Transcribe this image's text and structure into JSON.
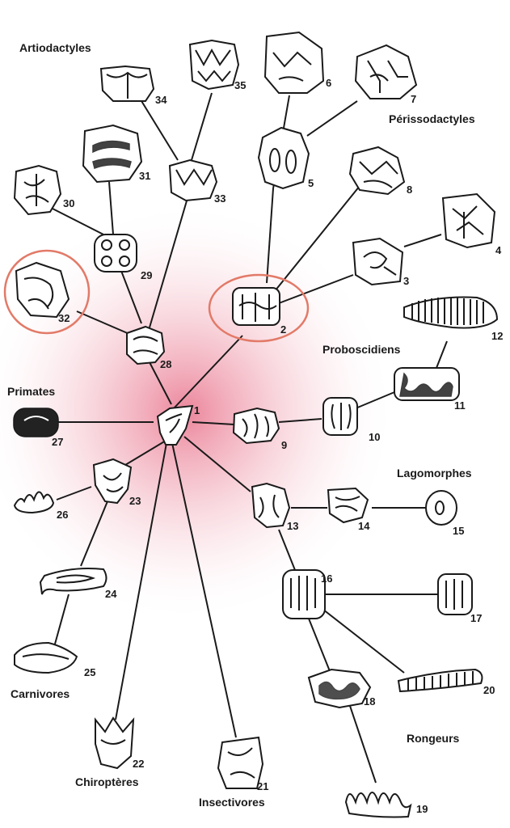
{
  "groups": {
    "artiodactyles": "Artiodactyles",
    "perissodactyles": "Périssodactyles",
    "proboscidiens": "Proboscidiens",
    "primates": "Primates",
    "lagomorphes": "Lagomorphes",
    "carnivores": "Carnivores",
    "rongeurs": "Rongeurs",
    "chiropteres": "Chiroptères",
    "insectivores": "Insectivores"
  },
  "teeth": [
    {
      "id": "1",
      "label": "1"
    },
    {
      "id": "2",
      "label": "2"
    },
    {
      "id": "3",
      "label": "3"
    },
    {
      "id": "4",
      "label": "4"
    },
    {
      "id": "5",
      "label": "5"
    },
    {
      "id": "6",
      "label": "6"
    },
    {
      "id": "7",
      "label": "7"
    },
    {
      "id": "8",
      "label": "8"
    },
    {
      "id": "9",
      "label": "9"
    },
    {
      "id": "10",
      "label": "10"
    },
    {
      "id": "11",
      "label": "11"
    },
    {
      "id": "12",
      "label": "12"
    },
    {
      "id": "13",
      "label": "13"
    },
    {
      "id": "14",
      "label": "14"
    },
    {
      "id": "15",
      "label": "15"
    },
    {
      "id": "16",
      "label": "16"
    },
    {
      "id": "17",
      "label": "17"
    },
    {
      "id": "18",
      "label": "18"
    },
    {
      "id": "19",
      "label": "19"
    },
    {
      "id": "20",
      "label": "20"
    },
    {
      "id": "21",
      "label": "21"
    },
    {
      "id": "22",
      "label": "22"
    },
    {
      "id": "23",
      "label": "23"
    },
    {
      "id": "24",
      "label": "24"
    },
    {
      "id": "25",
      "label": "25"
    },
    {
      "id": "26",
      "label": "26"
    },
    {
      "id": "27",
      "label": "27"
    },
    {
      "id": "28",
      "label": "28"
    },
    {
      "id": "29",
      "label": "29"
    },
    {
      "id": "30",
      "label": "30"
    },
    {
      "id": "31",
      "label": "31"
    },
    {
      "id": "32",
      "label": "32"
    },
    {
      "id": "33",
      "label": "33"
    },
    {
      "id": "34",
      "label": "34"
    },
    {
      "id": "35",
      "label": "35"
    }
  ],
  "highlighted": [
    "2",
    "32"
  ],
  "colors": {
    "glow": "#e8708a",
    "highlight_ring": "#e27a68",
    "ink": "#1a1a1a"
  }
}
